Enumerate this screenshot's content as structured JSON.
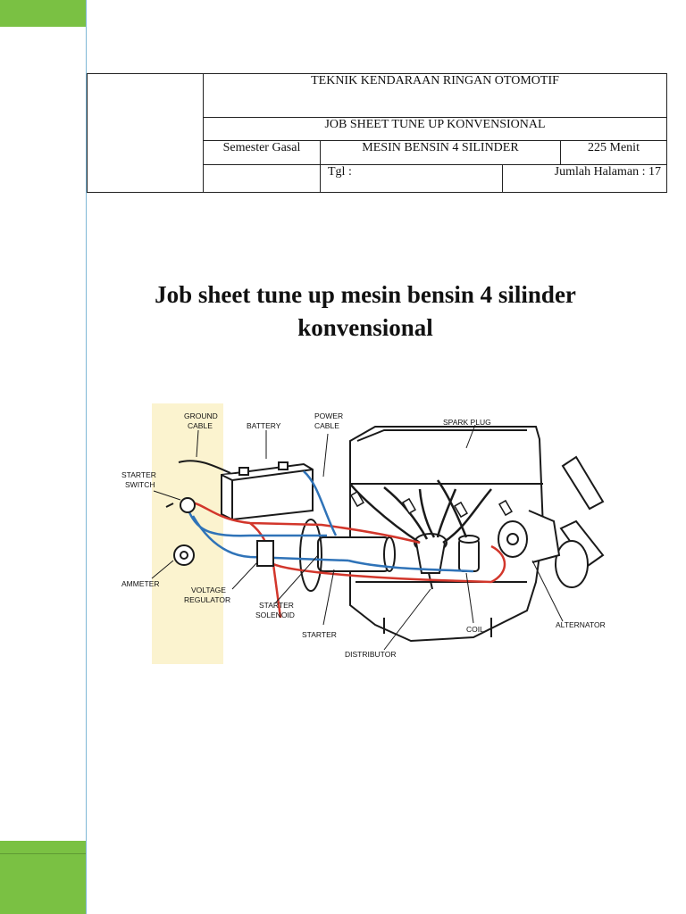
{
  "header": {
    "program": "TEKNIK KENDARAAN RINGAN OTOMOTIF",
    "job_sheet": "JOB SHEET TUNE UP KONVENSIONAL",
    "semester": "Semester Gasal",
    "engine": "MESIN BENSIN 4 SILINDER",
    "duration": "225 Menit",
    "date_label": "Tgl :",
    "pages": "Jumlah Halaman : 17"
  },
  "title": {
    "line1": "Job sheet tune up mesin bensin 4 silinder",
    "line2": "konvensional"
  },
  "diagram": {
    "labels": {
      "ground_cable_1": "GROUND",
      "ground_cable_2": "CABLE",
      "battery": "BATTERY",
      "power_cable_1": "POWER",
      "power_cable_2": "CABLE",
      "spark_plug": "SPARK PLUG",
      "starter_switch_1": "STARTER",
      "starter_switch_2": "SWITCH",
      "ammeter": "AMMETER",
      "voltage_regulator_1": "VOLTAGE",
      "voltage_regulator_2": "REGULATOR",
      "starter_solenoid_1": "STARTER",
      "starter_solenoid_2": "SOLENOID",
      "starter": "STARTER",
      "coil": "COIL",
      "alternator": "ALTERNATOR",
      "distributor": "DISTRIBUTOR"
    },
    "colors": {
      "red_wire": "#d2362b",
      "blue_wire": "#2f73b8",
      "ink": "#1a1a1a",
      "backdrop": "#fbf3cf"
    }
  },
  "theme": {
    "green": "#7ac143",
    "side_line": "#7fb7d6"
  }
}
